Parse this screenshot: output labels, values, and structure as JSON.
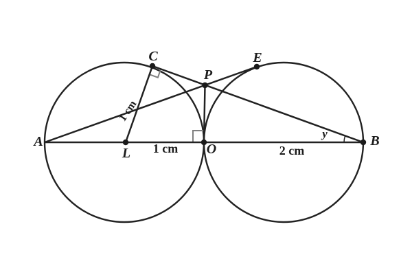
{
  "diagram": {
    "point_labels": {
      "A": "A",
      "B": "B",
      "C": "C",
      "E": "E",
      "P": "P",
      "L": "L",
      "O": "O"
    },
    "measurements": {
      "segment_LO": "1 cm",
      "segment_OB": "2 cm",
      "radius_CL": "1 cm"
    },
    "angle_labels": {
      "at_B": "y"
    },
    "colors": {
      "stroke": "#222222",
      "right_angle_mark": "#808080",
      "background": "#ffffff"
    }
  }
}
